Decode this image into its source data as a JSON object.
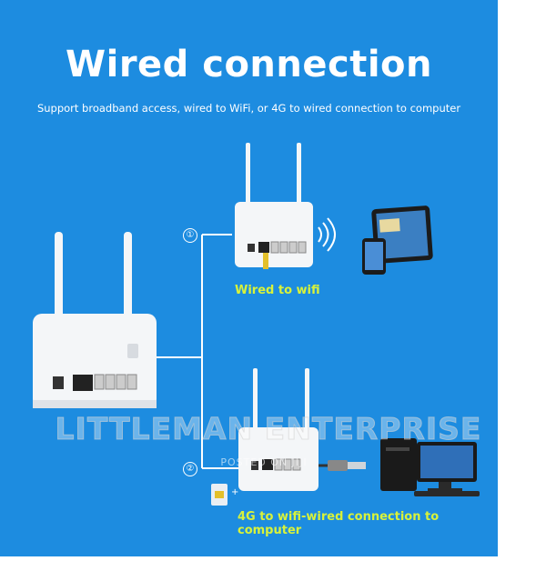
{
  "header": {
    "title": "Wired connection",
    "subtitle": "Support broadband access, wired to WiFi, or 4G to wired connection to computer"
  },
  "labels": {
    "wired_to_wifi": "Wired to wifi",
    "fourg_to_computer": "4G to wifi-wired connection to computer"
  },
  "steps": {
    "one": "①",
    "two": "②"
  },
  "watermark": {
    "main": "LITTLEMAN ENTERPRISE",
    "sub": "POSTED ON JIJI"
  },
  "colors": {
    "background": "#1d8ce0",
    "label_text": "#d8f23a",
    "router_white": "#f4f6f8",
    "cable": "#ffffff"
  }
}
